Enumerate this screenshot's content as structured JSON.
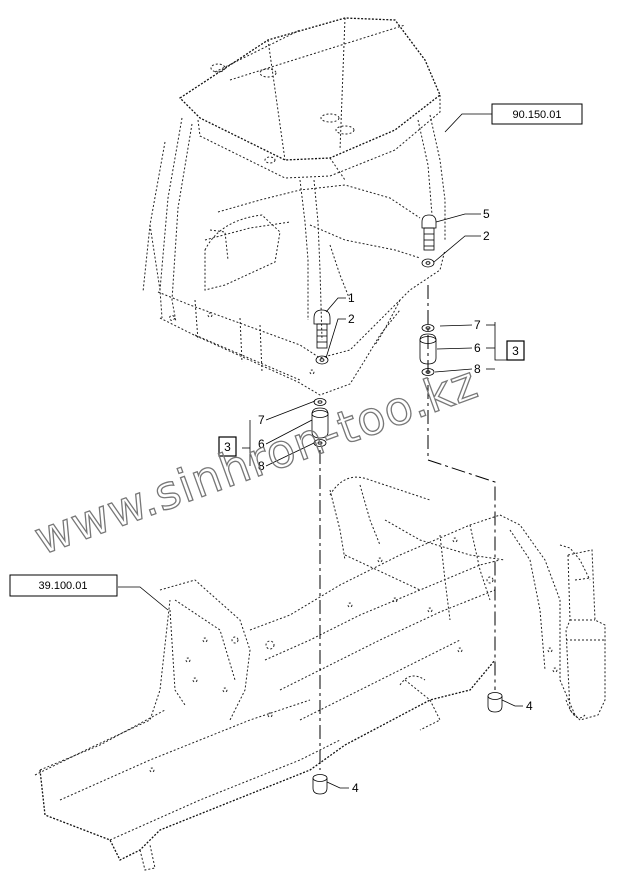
{
  "references": {
    "cab": "90.150.01",
    "frame": "39.100.01"
  },
  "callouts": {
    "right_bolt": "5",
    "right_washer_top": "2",
    "left_bolt": "1",
    "left_washer_top": "2",
    "right_washer_upper": "7",
    "right_mount": "6",
    "right_washer_lower": "8",
    "right_group": "3",
    "left_washer_upper": "7",
    "left_mount": "6",
    "left_washer_lower": "8",
    "left_group": "3",
    "right_cup": "4",
    "left_cup": "4"
  },
  "watermark": "www.sinhron-too.kz"
}
